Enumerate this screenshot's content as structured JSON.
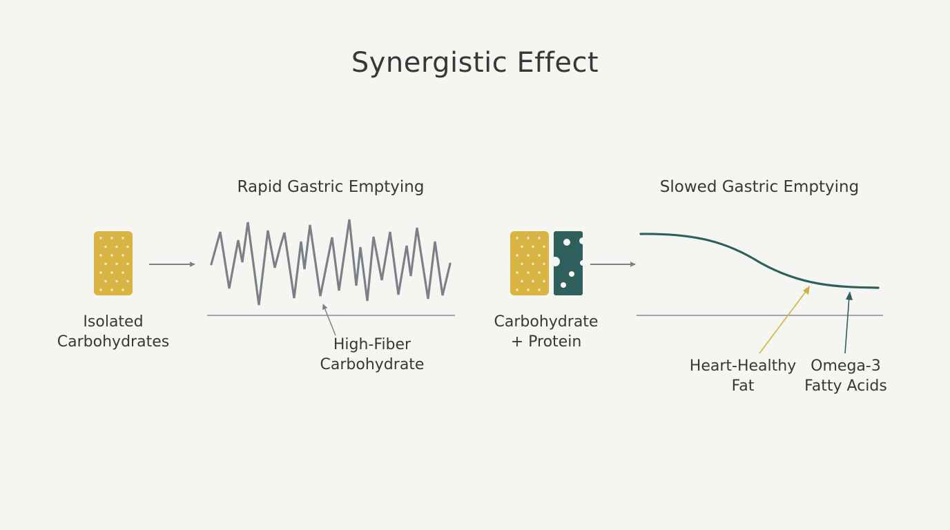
{
  "title": "Synergistic Effect",
  "left_panel": {
    "heading": "Rapid Gastric Emptying",
    "food_label": [
      "Isolated",
      "Carbohydrates"
    ],
    "annotation": [
      "High-Fiber",
      "Carbohydrate"
    ]
  },
  "right_panel": {
    "heading": "Slowed Gastric Emptying",
    "food_label": [
      "Carbohydrate",
      "+ Protein"
    ],
    "annotation_fat": [
      "Heart-Healthy",
      "Fat"
    ],
    "annotation_omega": [
      "Omega-3",
      "Fatty Acids"
    ]
  },
  "colors": {
    "carbohydrate": "#d9b443",
    "protein": "#2f5f5c",
    "rapid_curve": "#7b8088",
    "slow_curve": "#2f5f5c",
    "fat_arrow": "#d2b03e",
    "omega_arrow": "#2f5f5c",
    "baseline": "#7f8a94",
    "arrow": "#7b8088"
  },
  "icons": {
    "carb_block": "carbohydrate-cracker-icon",
    "protein_block": "protein-cheese-icon"
  }
}
